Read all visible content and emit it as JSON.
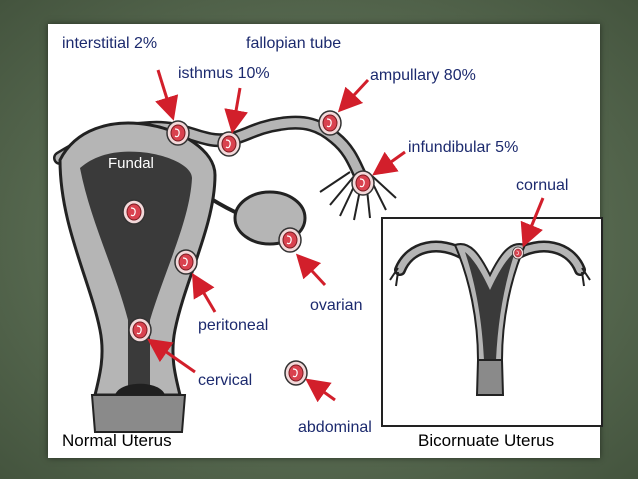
{
  "labels": {
    "interstitial": "interstitial 2%",
    "fallopian_tube": "fallopian tube",
    "isthmus": "isthmus 10%",
    "ampullary": "ampullary 80%",
    "infundibular": "infundibular 5%",
    "cornual": "cornual",
    "fundal": "Fundal",
    "peritoneal": "peritoneal",
    "ovarian": "ovarian",
    "cervical": "cervical",
    "abdominal": "abdominal",
    "normal_uterus": "Normal Uterus",
    "bicornuate_uterus": "Bicornuate Uterus"
  },
  "colors": {
    "label_text": "#1c2a6e",
    "arrow": "#d21f2b",
    "uterus_wall": "#b5b5b5",
    "uterus_cavity": "#3a3a3a",
    "embryo": "#d9424f",
    "frame_green": "#5a6b53"
  }
}
